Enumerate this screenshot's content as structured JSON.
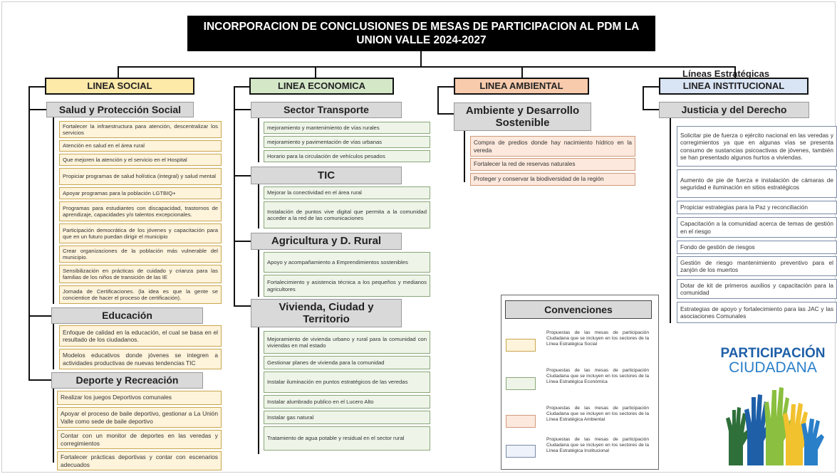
{
  "title": "INCORPORACION DE CONCLUSIONES DE MESAS DE PARTICIPACION AL PDM LA UNION VALLE 2024-2027",
  "lineas_label": "Líneas Estratégicas",
  "colors": {
    "social": "#fde9a8",
    "economica": "#d4e8c8",
    "ambiental": "#f8cbad",
    "institucional": "#d9e4f5"
  },
  "social": {
    "header": "LINEA SOCIAL",
    "salud": {
      "title": "Salud y Protección Social",
      "items": [
        "Fortalecer la infraestructura para atención, descentralizar los servicios",
        "Atención en salud en el área rural",
        "Que mejoren la atención y el servicio en el Hospital",
        "Propiciar programas de salud holística (integral) y salud mental",
        "Apoyar programas para la población LGTBIQ+",
        "Programas para estudiantes con discapacidad, trastornos de aprendizaje, capacidades y/o talentos excepcionales.",
        "Participación democrática de los jóvenes y capacitación para que en un futuro puedan dirigir el municipio",
        "Crear organizaciones de la población más vulnerable del municipio.",
        "Sensibilización en prácticas de cuidado y crianza para las familias de los niños de transición de las IE",
        "Jornada de Certificaciones. (la idea es que la gente se concientice de hacer el proceso de certificación)."
      ]
    },
    "educacion": {
      "title": "Educación",
      "items": [
        "Enfoque de calidad en la educación, el cual se basa en el resultado de los ciudadanos.",
        "Modelos educativos donde jóvenes se integren a actividades productivas de nuevas tendencias TIC"
      ]
    },
    "deporte": {
      "title": "Deporte y Recreación",
      "items": [
        "Realizar los juegos Deportivos comunales",
        "Apoyar el proceso de baile deportivo, gestionar a La Unión Valle como sede de baile deportivo",
        "Contar con un monitor de deportes en las veredas y corregimientos",
        "Fortalecer prácticas deportivas y contar con escenarios adecuados"
      ]
    }
  },
  "economica": {
    "header": "LINEA ECONOMICA",
    "transporte": {
      "title": "Sector Transporte",
      "items": [
        "mejoramiento y mantenimiento de vías rurales",
        "mejoramiento y pavimentación de vías urbanas",
        "Horario para la circulación de vehículos pesados"
      ]
    },
    "tic": {
      "title": "TIC",
      "items": [
        "Mejorar la conectividad en el área rural",
        "Instalación de puntos vive digital que permita a la comunidad acceder a la red de las comunicaciones"
      ]
    },
    "agricultura": {
      "title": "Agricultura y D. Rural",
      "items": [
        "Apoyo y acompañamiento a Emprendimientos sostenibles",
        "Fortalecimiento y asistencia técnica a los pequeños y medianos agricultores"
      ]
    },
    "vivienda": {
      "title_1": "Vivienda, Ciudad y",
      "title_2": "Territorio",
      "items": [
        "Mejoramiento de vivienda urbano y rural para la comunidad con viviendas en mal estado",
        "Gestionar planes de vivienda para la comunidad",
        "Instalar iluminación en puntos estratégicos de las veredas",
        "Instalar alumbrado publico en el Lucero Alto",
        "Instalar gas natural",
        "Tratamiento de agua potable y residual  en el sector rural"
      ]
    }
  },
  "ambiental": {
    "header": "LINEA AMBIENTAL",
    "ambiente": {
      "title_1": "Ambiente y Desarrollo",
      "title_2": "Sostenible",
      "items": [
        "Compra de predios donde hay nacimiento hídrico en la vereda",
        "Fortalecer la red de reservas naturales",
        "Proteger y conservar la biodiversidad de la región"
      ]
    }
  },
  "institucional": {
    "header": "LINEA INSTITUCIONAL",
    "justicia": {
      "title": "Justicia y del Derecho",
      "items": [
        "Solicitar pie de fuerza o ejército nacional en las veredas y corregimientos ya que en algunas vías se presenta consumo de sustancias psicoactivas de jóvenes, también se han presentado algunos hurtos a viviendas.",
        "Aumento de pie de fuerza e instalación de cámaras de seguridad e iluminación en sitios estratégicos",
        "Propiciar estrategias para la Paz y reconciliación",
        "Capacitación a la comunidad acerca de temas de gestión en el riesgo",
        "Fondo de gestión de riesgos",
        "Gestión de riesgo mantenimiento preventivo para el zanjón de los muertos",
        "Dotar de kit de primeros auxilios y capacitación para la comunidad",
        "Estrategias de apoyo y fortalecimiento para las JAC y las asociaciones Comunales"
      ]
    }
  },
  "convenciones": {
    "title": "Convenciones",
    "items": [
      "Propuestas de las mesas de participación Ciudadana que se incluyen en los sectores de la Línea Estratégica Social",
      "Propuestas de las mesas de participación Ciudadana que se incluyen en los sectores de la Línea Estratégica Económica",
      "Propuestas de las mesas de participación Ciudadana que se incluyen en los sectores de la Línea Estratégica Ambiental",
      "Propuestas de las mesas de participación Ciudadana que se incluyen en los sectores de la Línea Estratégica Institucional"
    ]
  },
  "logo": {
    "line1": "PARTICIPACIÓN",
    "line2": "CIUDADANA"
  }
}
